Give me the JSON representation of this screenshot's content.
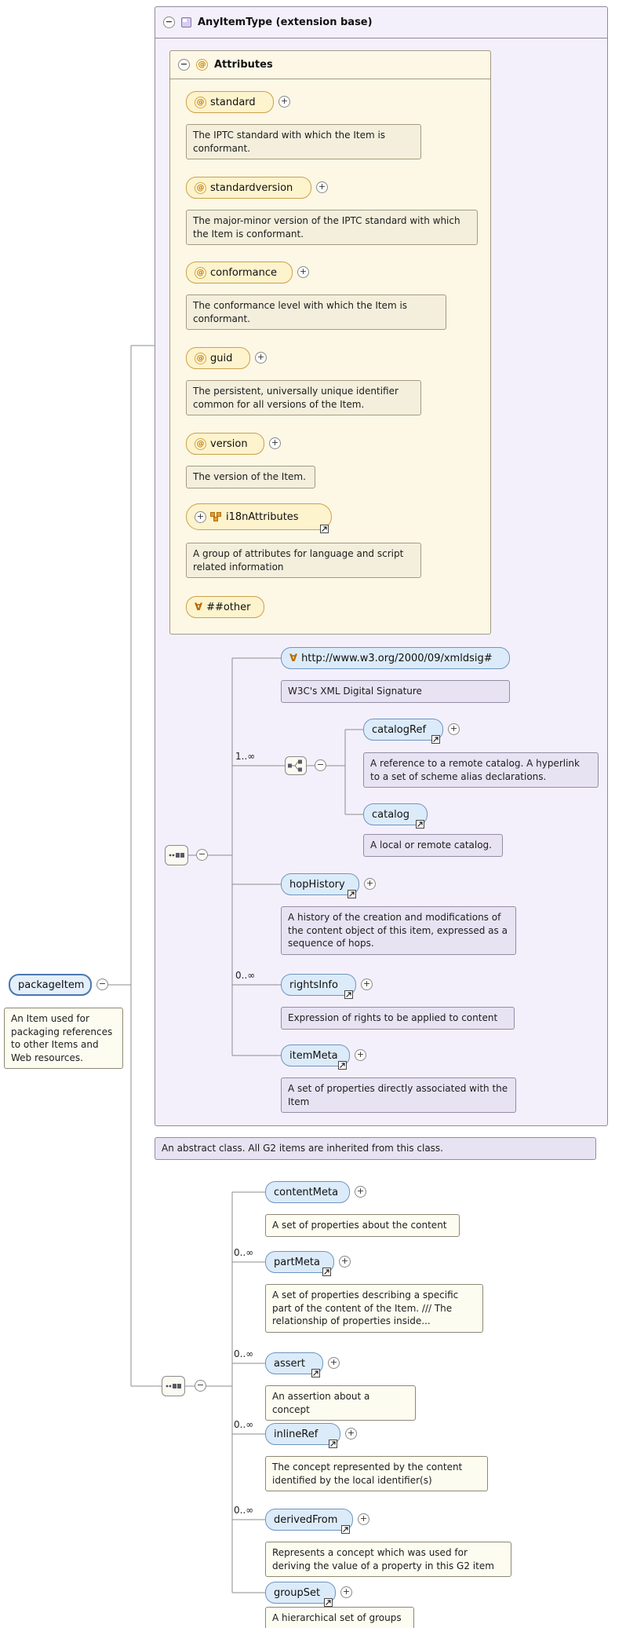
{
  "icons": {
    "collapse": "−",
    "expand": "+",
    "attribute": "@",
    "wildcard": "∀"
  },
  "any_item_type": {
    "title": "AnyItemType (extension base)",
    "doc": "An abstract class. All G2 items are inherited from this class.",
    "attributes_section": {
      "title": "Attributes",
      "items": [
        {
          "name": "standard",
          "doc": "The IPTC standard with which the Item is conformant."
        },
        {
          "name": "standardversion",
          "doc": "The major-minor version of the IPTC standard with which the Item is conformant."
        },
        {
          "name": "conformance",
          "doc": "The conformance level with which the Item is conformant."
        },
        {
          "name": "guid",
          "doc": "The persistent, universally unique identifier common for all versions of the Item."
        },
        {
          "name": "version",
          "doc": "The version of the Item."
        },
        {
          "name": "i18nAttributes",
          "doc": "A group of attributes for language and script related information"
        },
        {
          "name": "##other"
        }
      ]
    },
    "content": {
      "xmldsig": {
        "name": "http://www.w3.org/2000/09/xmldsig#",
        "doc": "W3C's XML Digital Signature"
      },
      "catalog_group": {
        "cardinality": "1..∞"
      },
      "catalogRef": {
        "name": "catalogRef",
        "doc": "A reference to a remote catalog. A hyperlink to a set of scheme alias declarations."
      },
      "catalog": {
        "name": "catalog",
        "doc": "A local or remote catalog."
      },
      "hopHistory": {
        "name": "hopHistory",
        "doc": "A history of the creation and modifications of the content object of this item, expressed as a sequence of hops."
      },
      "rightsInfo": {
        "name": "rightsInfo",
        "cardinality": "0..∞",
        "doc": "Expression of rights to be applied to content"
      },
      "itemMeta": {
        "name": "itemMeta",
        "doc": "A set of properties directly associated with the Item"
      }
    }
  },
  "package_item": {
    "name": "packageItem",
    "doc": "An Item used for packaging references to other Items and Web resources."
  },
  "package_content": {
    "contentMeta": {
      "name": "contentMeta",
      "doc": "A set of properties about the content"
    },
    "partMeta": {
      "name": "partMeta",
      "cardinality": "0..∞",
      "doc": "A set of properties describing a specific part of the content of the Item. /// The relationship of properties inside..."
    },
    "assert": {
      "name": "assert",
      "cardinality": "0..∞",
      "doc": "An assertion about a concept"
    },
    "inlineRef": {
      "name": "inlineRef",
      "cardinality": "0..∞",
      "doc": "The concept represented by the content identified by the local identifier(s)"
    },
    "derivedFrom": {
      "name": "derivedFrom",
      "cardinality": "0..∞",
      "doc": "Represents a concept which was used for deriving the value of a property in this G2 item"
    },
    "groupSet": {
      "name": "groupSet",
      "doc": "A hierarchical set of groups"
    }
  }
}
